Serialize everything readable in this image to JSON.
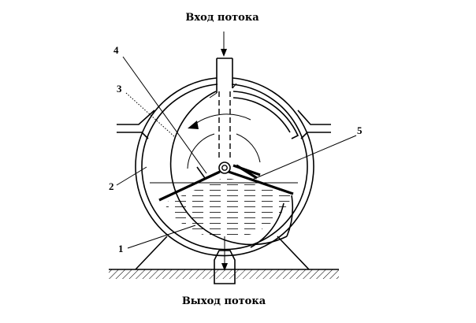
{
  "labels": {
    "inlet": "Вход потока",
    "outlet": "Выход потока"
  },
  "callouts": [
    "1",
    "2",
    "3",
    "4",
    "5"
  ]
}
